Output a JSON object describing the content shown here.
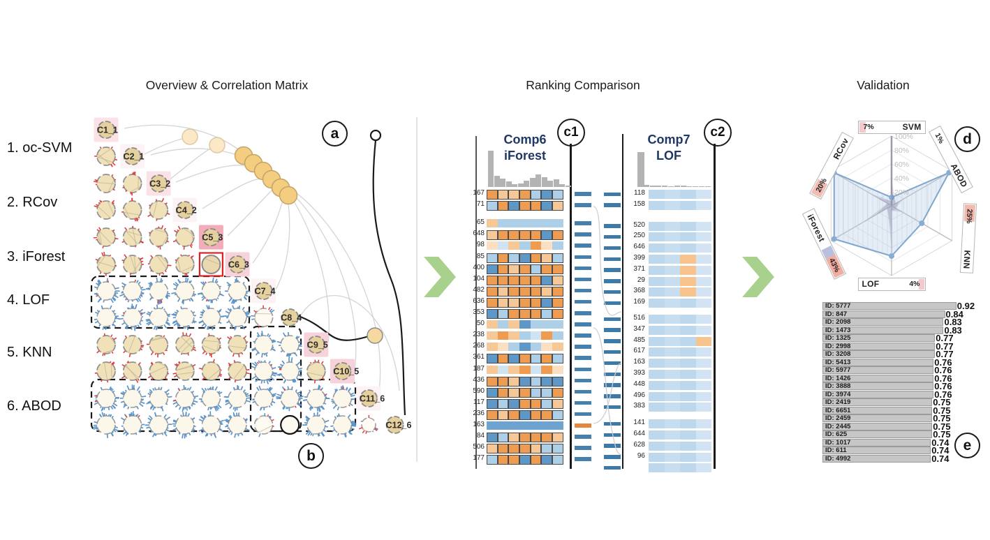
{
  "ui": {
    "titles": {
      "left": "Overview & Correlation Matrix",
      "middle": "Ranking Comparison",
      "right": "Validation"
    },
    "annotations": {
      "a": "a",
      "b": "b",
      "c1": "c1",
      "c2": "c2",
      "d": "d",
      "e": "e"
    },
    "matrix": {
      "row_labels": [
        "1. oc-SVM",
        "2. RCov",
        "3. iForest",
        "4. LOF",
        "5. KNN",
        "6. ABOD"
      ],
      "diagonal_labels": [
        "C1_1",
        "C2_1",
        "C3_2",
        "C4_2",
        "C5_3",
        "C6_3",
        "C7_4",
        "C8_4",
        "C9_5",
        "C10_5",
        "C11_6",
        "C12_6"
      ],
      "diag_bg": [
        "m",
        "f",
        "m",
        "f",
        "s",
        "m2",
        "f",
        "n",
        "m2",
        "m2",
        "f",
        "n"
      ],
      "rows": [
        "",
        "t",
        "tt",
        "ttt",
        "tttt",
        "ttttr",
        "bbbbbb",
        "bbbbbbw",
        "ttttttbb",
        "ttttttbbt",
        "bbbbbbbbbb",
        "bbbbbbwkbbs"
      ]
    },
    "ranking": {
      "comp6": {
        "name": "Comp6",
        "algorithm": "iForest",
        "histogram": [
          52,
          16,
          12,
          8,
          4,
          5,
          9,
          13,
          18,
          14,
          9,
          11,
          4,
          2
        ],
        "rows": [
          {
            "id": "167",
            "c": "OooObBb",
            "b": true
          },
          {
            "id": "71",
            "c": "bOBOOBo",
            "b": true
          },
          {
            "id": "65",
            "c": "obbbbbb",
            "b": false,
            "gap": 10
          },
          {
            "id": "648",
            "c": "oOOOOBO",
            "b": true
          },
          {
            "id": "98",
            "c": "plobOpb",
            "b": false
          },
          {
            "id": "85",
            "c": "bObBOob",
            "b": true
          },
          {
            "id": "400",
            "c": "BOoObOO",
            "b": true
          },
          {
            "id": "104",
            "c": "OOOOOBo",
            "b": true
          },
          {
            "id": "482",
            "c": "OoOOOoO",
            "b": true
          },
          {
            "id": "636",
            "c": "OooOOBO",
            "b": true
          },
          {
            "id": "353",
            "c": "BbOOObO",
            "b": true
          },
          {
            "id": "50",
            "c": "oboBbbb",
            "b": false
          },
          {
            "id": "238",
            "c": "oOoblOb",
            "b": false
          },
          {
            "id": "268",
            "c": "opbBbpo",
            "b": false
          },
          {
            "id": "361",
            "c": "BOBObOb",
            "b": true
          },
          {
            "id": "187",
            "c": "oloOlOp",
            "b": false
          },
          {
            "id": "436",
            "c": "OOoBbBB",
            "b": true
          },
          {
            "id": "590",
            "c": "BOoObbO",
            "b": true
          },
          {
            "id": "117",
            "c": "BbBOObo",
            "b": true
          },
          {
            "id": "236",
            "c": "OoOBOOb",
            "b": true
          },
          {
            "id": "163",
            "c": "MMMMMMM",
            "b": false,
            "dash": "orange"
          },
          {
            "id": "84",
            "c": "BboOOOo",
            "b": true
          },
          {
            "id": "506",
            "c": "oOOOobb",
            "b": true
          },
          {
            "id": "177",
            "c": "bOOBOBb",
            "b": true
          }
        ]
      },
      "comp7": {
        "name": "Comp7",
        "algorithm": "LOF",
        "histogram": [
          50,
          3,
          2,
          2,
          2,
          1,
          2,
          2,
          1,
          1,
          1,
          1
        ],
        "rows": [
          {
            "id": "118"
          },
          {
            "id": "158"
          },
          {
            "id": "520",
            "gap": 14
          },
          {
            "id": "250"
          },
          {
            "id": "646"
          },
          {
            "id": "399",
            "orange": 3
          },
          {
            "id": "371",
            "orange": 3
          },
          {
            "id": "29",
            "orange": 3
          },
          {
            "id": "368",
            "orange": 3
          },
          {
            "id": "169"
          },
          {
            "id": "516",
            "gap": 7
          },
          {
            "id": "347"
          },
          {
            "id": "485",
            "orange": 4
          },
          {
            "id": "617"
          },
          {
            "id": "163"
          },
          {
            "id": "393"
          },
          {
            "id": "448"
          },
          {
            "id": "496"
          },
          {
            "id": "383"
          },
          {
            "id": "141",
            "gap": 8
          },
          {
            "id": "644"
          },
          {
            "id": "628"
          },
          {
            "id": "96"
          },
          {
            "id": ""
          }
        ]
      }
    },
    "radar": {
      "axes": [
        {
          "name": "SVM",
          "pct": "7%"
        },
        {
          "name": "ABOD",
          "pct": "1%"
        },
        {
          "name": "KNN",
          "pct": "25%"
        },
        {
          "name": "LOF",
          "pct": "4%"
        },
        {
          "name": "iForest",
          "pct": "43%"
        },
        {
          "name": "RCov",
          "pct": "20%"
        }
      ],
      "scale": [
        "100%",
        "80%",
        "60%",
        "40%",
        "20%"
      ],
      "values": [
        0.12,
        0.95,
        0.5,
        0.72,
        0.95,
        0.95
      ]
    },
    "validation": {
      "rows": [
        {
          "id": "ID: 5777",
          "value": 0.92
        },
        {
          "id": "ID: 847",
          "value": 0.84
        },
        {
          "id": "ID: 2098",
          "value": 0.83
        },
        {
          "id": "ID: 1473",
          "value": 0.83
        },
        {
          "id": "ID: 1325",
          "value": 0.77
        },
        {
          "id": "ID: 2998",
          "value": 0.77
        },
        {
          "id": "ID: 3208",
          "value": 0.77
        },
        {
          "id": "ID: 5413",
          "value": 0.76
        },
        {
          "id": "ID: 5977",
          "value": 0.76
        },
        {
          "id": "ID: 1426",
          "value": 0.76
        },
        {
          "id": "ID: 3888",
          "value": 0.76
        },
        {
          "id": "ID: 3974",
          "value": 0.76
        },
        {
          "id": "ID: 2419",
          "value": 0.75
        },
        {
          "id": "ID: 6651",
          "value": 0.75
        },
        {
          "id": "ID: 2459",
          "value": 0.75
        },
        {
          "id": "ID: 2445",
          "value": 0.75
        },
        {
          "id": "ID: 625",
          "value": 0.75
        },
        {
          "id": "ID: 1017",
          "value": 0.74
        },
        {
          "id": "ID: 611",
          "value": 0.74
        },
        {
          "id": "ID: 4992",
          "value": 0.74
        }
      ]
    }
  },
  "chart_data": [
    {
      "type": "heatmap",
      "name": "correlation-matrix",
      "title": "Overview & Correlation Matrix",
      "row_labels": [
        "1. oc-SVM",
        "2. RCov",
        "3. iForest",
        "4. LOF",
        "5. KNN",
        "6. ABOD"
      ],
      "diagonal_labels": [
        "C1_1",
        "C2_1",
        "C3_2",
        "C4_2",
        "C5_3",
        "C6_3",
        "C7_4",
        "C8_4",
        "C9_5",
        "C10_5",
        "C11_6",
        "C12_6"
      ],
      "notes": "lower-triangular matrix of pairwise correlation glyphs; tan glyphs with red marks vs cream glyphs with blue marks; dashed boxes group LOF and ABOD comparisons; C6_3 cell column 5 selected with red box"
    },
    {
      "type": "table",
      "name": "ranking-comp6",
      "title": "Comp6 iForest",
      "ids": [
        167,
        71,
        65,
        648,
        98,
        85,
        400,
        104,
        482,
        636,
        353,
        50,
        238,
        268,
        361,
        187,
        436,
        590,
        117,
        236,
        163,
        84,
        506,
        177
      ]
    },
    {
      "type": "table",
      "name": "ranking-comp7",
      "title": "Comp7 LOF",
      "ids": [
        118,
        158,
        520,
        250,
        646,
        399,
        371,
        29,
        368,
        169,
        516,
        347,
        485,
        617,
        163,
        393,
        448,
        496,
        383,
        141,
        644,
        628,
        96
      ]
    },
    {
      "type": "radar",
      "name": "validation-radar",
      "axes": [
        "SVM",
        "ABOD",
        "KNN",
        "LOF",
        "iForest",
        "RCov"
      ],
      "percent_labels": [
        "7%",
        "1%",
        "25%",
        "4%",
        "43%",
        "20%"
      ],
      "values": [
        0.12,
        0.95,
        0.5,
        0.72,
        0.95,
        0.95
      ],
      "scale_ticks": [
        "100%",
        "80%",
        "60%",
        "40%",
        "20%"
      ]
    },
    {
      "type": "bar",
      "name": "validation-scores",
      "categories": [
        "ID: 5777",
        "ID: 847",
        "ID: 2098",
        "ID: 1473",
        "ID: 1325",
        "ID: 2998",
        "ID: 3208",
        "ID: 5413",
        "ID: 5977",
        "ID: 1426",
        "ID: 3888",
        "ID: 3974",
        "ID: 2419",
        "ID: 6651",
        "ID: 2459",
        "ID: 2445",
        "ID: 625",
        "ID: 1017",
        "ID: 611",
        "ID: 4992"
      ],
      "values": [
        0.92,
        0.84,
        0.83,
        0.83,
        0.77,
        0.77,
        0.77,
        0.76,
        0.76,
        0.76,
        0.76,
        0.76,
        0.75,
        0.75,
        0.75,
        0.75,
        0.75,
        0.74,
        0.74,
        0.74
      ],
      "xlim": [
        0,
        1
      ]
    }
  ]
}
